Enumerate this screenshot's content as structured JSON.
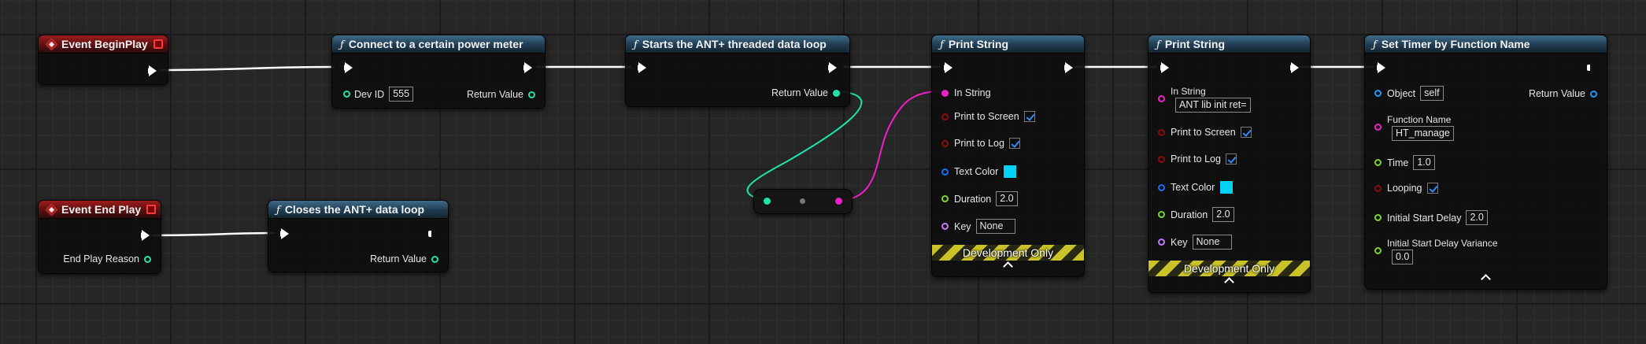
{
  "nodes": {
    "begin_play": {
      "title": "Event BeginPlay"
    },
    "end_play": {
      "title": "Event End Play",
      "pin_reason": "End Play Reason"
    },
    "connect": {
      "title": "Connect to a certain power meter",
      "pin_dev_id": "Dev ID",
      "dev_id_value": "555",
      "pin_return": "Return Value"
    },
    "starts": {
      "title": "Starts the ANT+ threaded data loop",
      "pin_return": "Return Value"
    },
    "closes": {
      "title": "Closes the ANT+ data loop",
      "pin_return": "Return Value"
    },
    "print1": {
      "title": "Print String",
      "in_string": "In String",
      "print_screen": "Print to Screen",
      "print_log": "Print to Log",
      "text_color": "Text Color",
      "duration": "Duration",
      "duration_value": "2.0",
      "key": "Key",
      "key_value": "None",
      "dev_only": "Development Only"
    },
    "print2": {
      "title": "Print String",
      "in_string": "In String",
      "in_string_value": "ANT lib init ret=",
      "print_screen": "Print to Screen",
      "print_log": "Print to Log",
      "text_color": "Text Color",
      "duration": "Duration",
      "duration_value": "2.0",
      "key": "Key",
      "key_value": "None",
      "dev_only": "Development Only"
    },
    "timer": {
      "title": "Set Timer by Function Name",
      "object": "Object",
      "object_value": "self",
      "pin_return": "Return Value",
      "function_name": "Function Name",
      "function_name_value": "HT_manage",
      "time": "Time",
      "time_value": "1.0",
      "looping": "Looping",
      "initial_start_delay": "Initial Start Delay",
      "initial_start_delay_value": "2.0",
      "initial_start_delay_variance": "Initial Start Delay Variance",
      "initial_start_delay_variance_value": "0.0"
    }
  },
  "colors": {
    "exec_wire": "#ffffff",
    "int_wire": "#1fe3af",
    "string_wire": "#f020c8",
    "text_color_swatch": "#00d2f4"
  }
}
